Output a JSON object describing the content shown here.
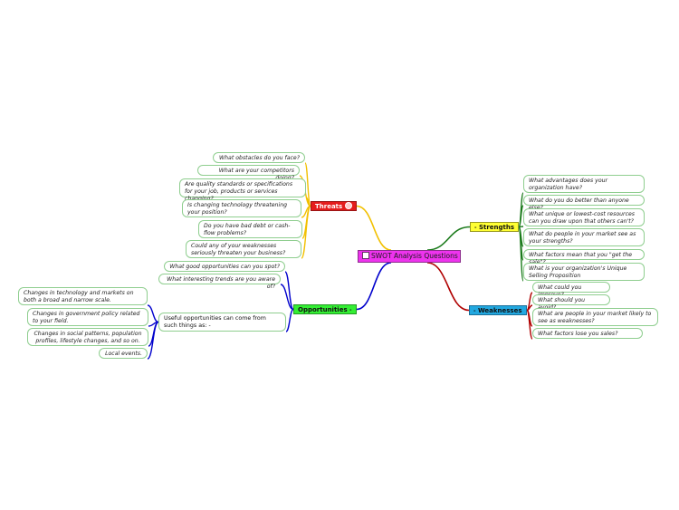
{
  "central": {
    "label": "SWOT Analysis Questions",
    "icon": "document-icon"
  },
  "threats": {
    "label": "Threats",
    "icon": "minus-circle-icon",
    "color": "#f2c000",
    "fill": "#e51c1c",
    "items": [
      "What obstacles do you face?",
      "What are your competitors doing?",
      "Are quality standards or specifications for your job, products or services changing?",
      "Is changing technology threatening your position?",
      "Do you have bad debt or cash-flow problems?",
      "Could any of your weaknesses seriously threaten your business?"
    ]
  },
  "opportunities": {
    "label": "Opportunities",
    "collapse_mark": "-",
    "color": "#0000cc",
    "fill": "#33ee33",
    "items": [
      "What good opportunities can you spot?",
      "What interesting trends are you aware of?"
    ],
    "useful": {
      "label": "Useful opportunities can come from such things as:",
      "collapse_mark": "-",
      "items": [
        "Changes in technology and markets on both a broad and narrow scale.",
        "Changes in government policy related to your field.",
        "Changes in social patterns, population profiles, lifestyle changes, and so on.",
        "Local events."
      ]
    }
  },
  "strengths": {
    "label": "Strengths",
    "collapse_mark": "-",
    "color": "#1a7a1a",
    "fill": "#ffff33",
    "items": [
      "What advantages does your organization have?",
      "What do you do better than anyone else?",
      "What unique or lowest-cost resources can you draw upon that others can't?",
      "What do people in your market see as your strengths?",
      "What factors mean that you \"get the sale\"?",
      "What is your organization's Unique Selling Proposition"
    ]
  },
  "weaknesses": {
    "label": "Weaknesses",
    "collapse_mark": "-",
    "color": "#b00000",
    "fill": "#22a8e0",
    "items": [
      "What could you improve?",
      "What should you avoid?",
      "What are people in your market likely to see as weaknesses?",
      "What factors lose you sales?"
    ]
  }
}
